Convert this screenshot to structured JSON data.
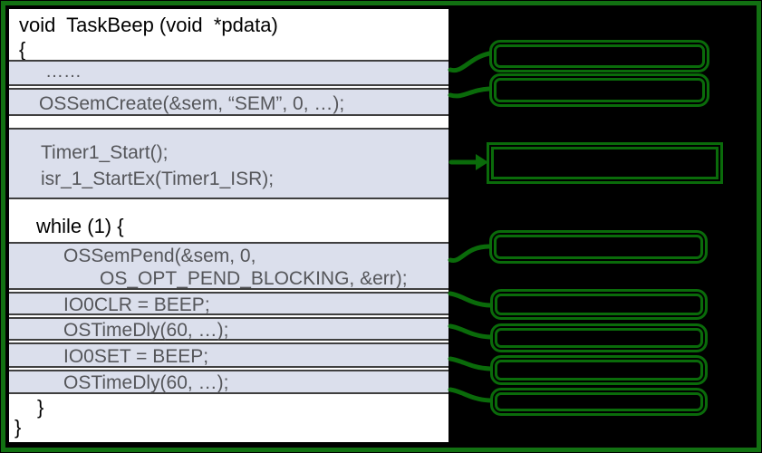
{
  "code_panel": {
    "signature": "void  TaskBeep (void  *pdata)",
    "open_brace": "{",
    "ellipsis_row": "……",
    "sem_create_row": "OSSemCreate(&sem, “SEM”, 0, …);",
    "timer_block": {
      "line1": "Timer1_Start();",
      "line2": "isr_1_StartEx(Timer1_ISR);"
    },
    "while_row": "while (1) {",
    "sem_pend_block": {
      "line1": "OSSemPend(&sem, 0,",
      "line2": "OS_OPT_PEND_BLOCKING, &err);"
    },
    "io_clr_row": "IO0CLR = BEEP;",
    "delay_row_1": "OSTimeDly(60, …);",
    "io_set_row": "IO0SET = BEEP;",
    "delay_row_2": "OSTimeDly(60, …);",
    "inner_close_brace": "}",
    "outer_close_brace": "}"
  },
  "callouts": {
    "count": 8,
    "visible_text": ""
  },
  "colors": {
    "canvas_bg": "#000000",
    "frame_green": "#127112",
    "callout_green": "#0a6b0a",
    "highlight_row_bg": "#dbdfec",
    "highlight_row_border": "#3f3f3f",
    "code_text_gray": "#55565a",
    "code_text_black": "#000000",
    "panel_bg": "#ffffff"
  }
}
